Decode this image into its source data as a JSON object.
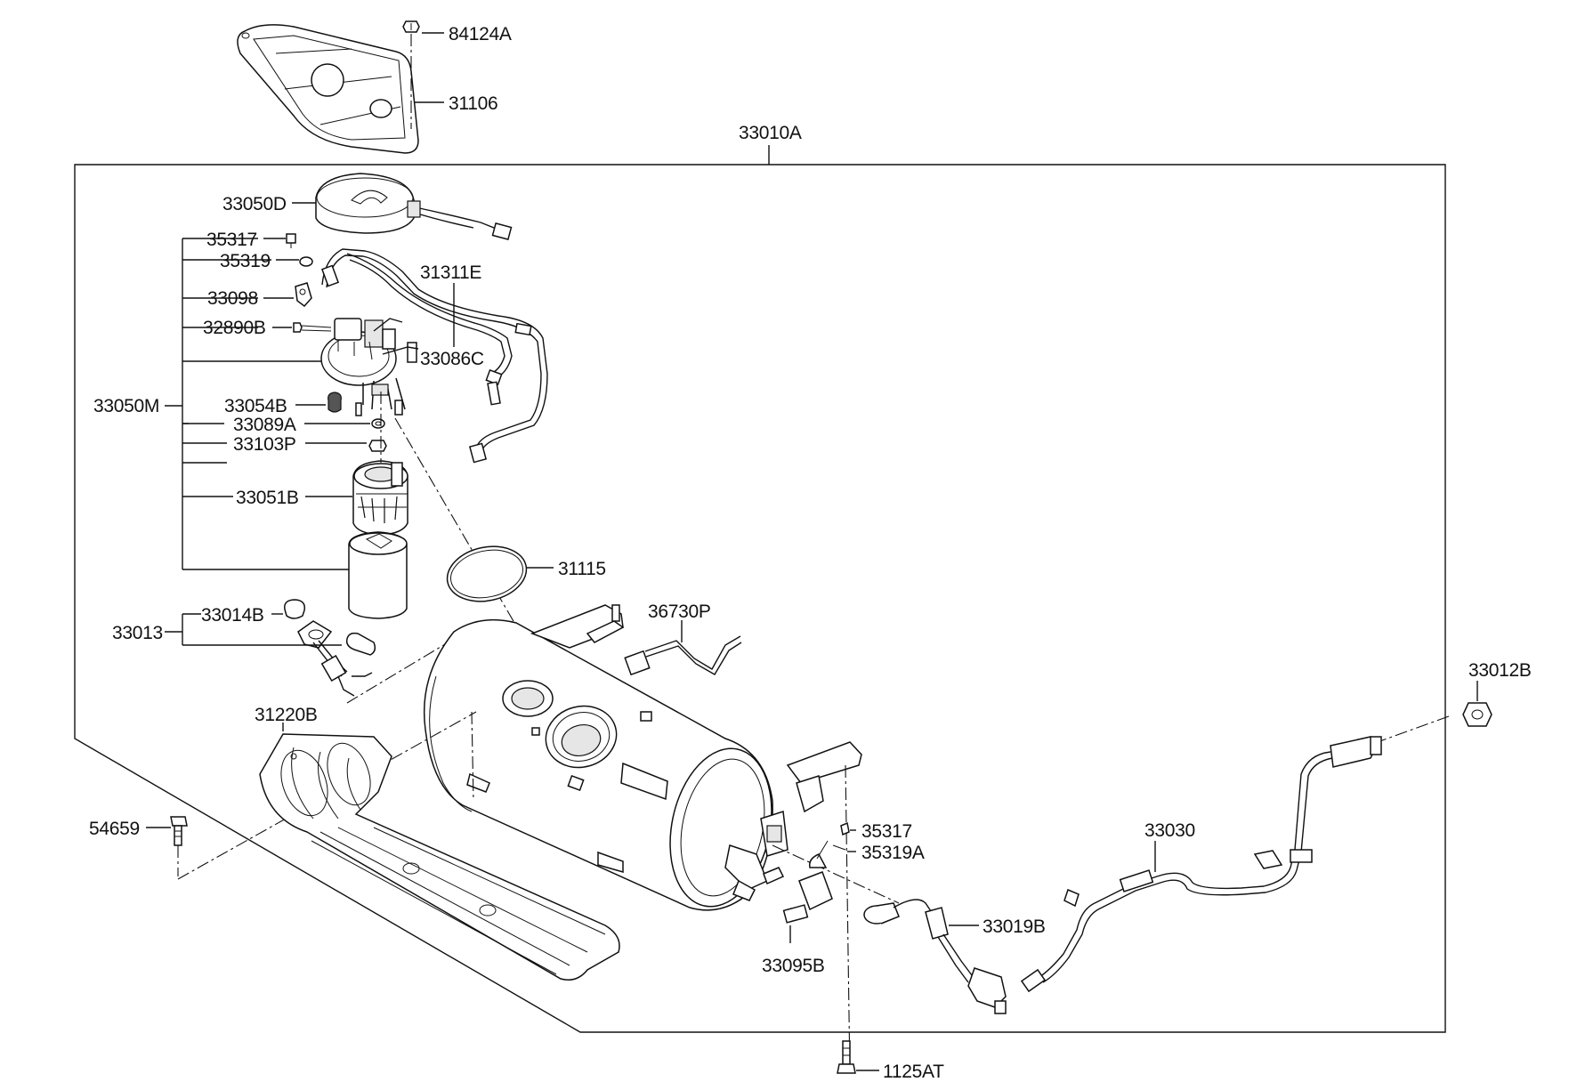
{
  "diagram": {
    "callouts": {
      "p84124A": "84124A",
      "p31106": "31106",
      "p33010A": "33010A",
      "p33050D": "33050D",
      "p35317_top": "35317",
      "p35319": "35319",
      "p31311E": "31311E",
      "p33098": "33098",
      "p32890B": "32890B",
      "p33086C": "33086C",
      "p33050M": "33050M",
      "p33054B": "33054B",
      "p33089A": "33089A",
      "p33103P": "33103P",
      "p33051B": "33051B",
      "p31115": "31115",
      "p33014B": "33014B",
      "p33013": "33013",
      "p36730P": "36730P",
      "p31220B": "31220B",
      "p33012B": "33012B",
      "p54659": "54659",
      "p35317_low": "35317",
      "p35319A": "35319A",
      "p33030": "33030",
      "p33019B": "33019B",
      "p33095B": "33095B",
      "p1125AT": "1125AT"
    }
  }
}
